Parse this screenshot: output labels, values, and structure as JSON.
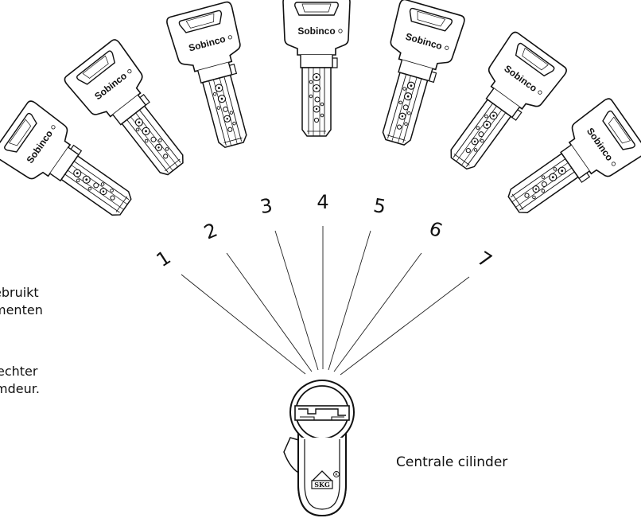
{
  "side_text": {
    "line1": "ebruikt",
    "line2": "menten",
    "line3": "echter",
    "line4": "mdeur."
  },
  "cylinder_caption": "Centrale cilinder",
  "keys": [
    {
      "number": "1",
      "brand": "Sobinco"
    },
    {
      "number": "2",
      "brand": "Sobinco"
    },
    {
      "number": "3",
      "brand": "Sobinco"
    },
    {
      "number": "4",
      "brand": "Sobinco"
    },
    {
      "number": "5",
      "brand": "Sobinco"
    },
    {
      "number": "6",
      "brand": "Sobinco"
    },
    {
      "number": "7",
      "brand": "Sobinco"
    }
  ],
  "cylinder_mark": "SKG"
}
